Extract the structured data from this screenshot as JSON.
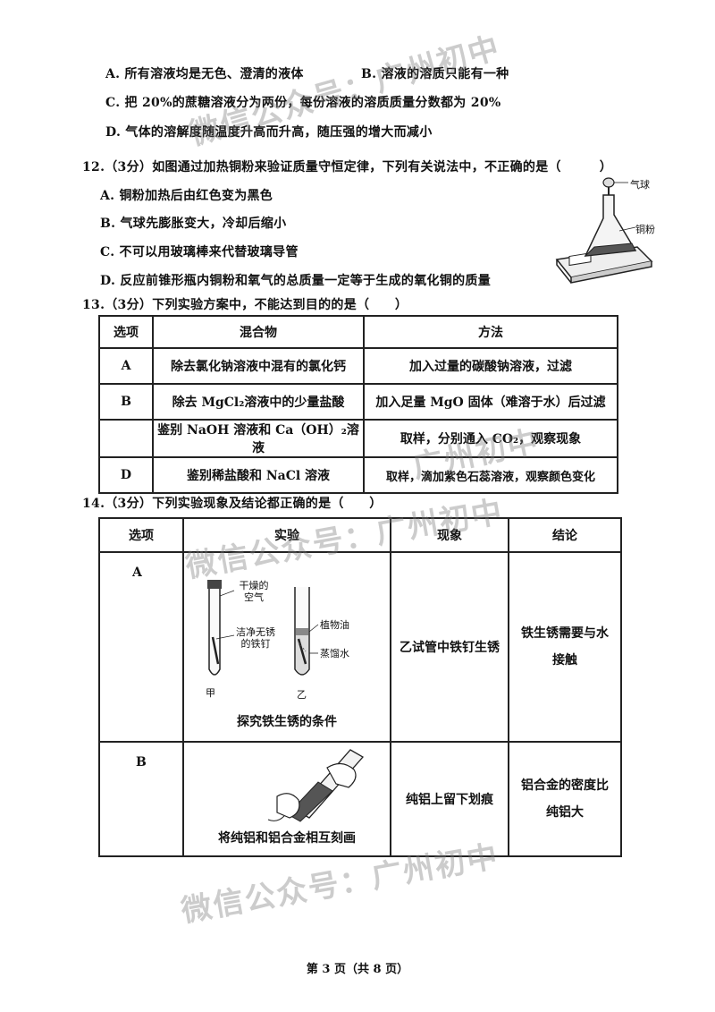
{
  "q11": {
    "option_a": "A. 所有溶液均是无色、澄清的液体",
    "option_b": "B. 溶液的溶质只能有一种",
    "option_c": "C. 把 20%的蔗糖溶液分为两份，每份溶液的溶质质量分数都为 20%",
    "option_d": "D. 气体的溶解度随温度升高而升高，随压强的增大而减小"
  },
  "q12": {
    "stem": "12.（3分）如图通过加热铜粉来验证质量守恒定律，下列有关说法中，不正确的是（　　　）",
    "option_a": "A. 铜粉加热后由红色变为黑色",
    "option_b": "B. 气球先膨胀变大，冷却后缩小",
    "option_c": "C. 不可以用玻璃棒来代替玻璃导管",
    "option_d": "D. 反应前锥形瓶内铜粉和氧气的总质量一定等于生成的氧化铜的质量",
    "fig_label_balloon": "气球",
    "fig_label_copper": "铜粉"
  },
  "q13": {
    "stem": "13.（3分）下列实验方案中，不能达到目的的是（　　）",
    "headers": [
      "选项",
      "混合物",
      "方法"
    ],
    "rows": [
      {
        "opt": "A",
        "mix": "除去氯化钠溶液中混有的氯化钙",
        "method": "加入过量的碳酸钠溶液，过滤"
      },
      {
        "opt": "B",
        "mix": "除去 MgCl₂溶液中的少量盐酸",
        "method": "加入足量 MgO 固体（难溶于水）后过滤"
      },
      {
        "opt": "",
        "mix": "鉴别 NaOH 溶液和 Ca（OH）₂溶液",
        "method": "取样，分别通入 CO₂，观察现象"
      },
      {
        "opt": "D",
        "mix": "鉴别稀盐酸和 NaCl 溶液",
        "method": "取样，滴加紫色石蕊溶液，观察颜色变化"
      }
    ]
  },
  "q14": {
    "stem": "14.（3分）下列实验现象及结论都正确的是（　　）",
    "headers": [
      "选项",
      "实验",
      "现象",
      "结论"
    ],
    "row_a": {
      "opt": "A",
      "label_dry_air": "干燥的空气",
      "label_nail": "洁净无锈的铁钉",
      "label_oil": "植物油",
      "label_water": "蒸馏水",
      "label_jia": "甲",
      "label_yi": "乙",
      "caption": "探究铁生锈的条件",
      "phenomenon": "乙试管中铁钉生锈",
      "conclusion_1": "铁生锈需要与水",
      "conclusion_2": "接触"
    },
    "row_b": {
      "opt": "B",
      "caption": "将纯铝和铝合金相互刻画",
      "phenomenon": "纯铝上留下划痕",
      "conclusion_1": "铝合金的密度比",
      "conclusion_2": "纯铝大"
    }
  },
  "watermarks": [
    "微信公众号：广州初中",
    "微信公众号：广州初中",
    "微信公众号：广州初中",
    "广州初中"
  ],
  "footer": "第 3 页（共 8 页）"
}
